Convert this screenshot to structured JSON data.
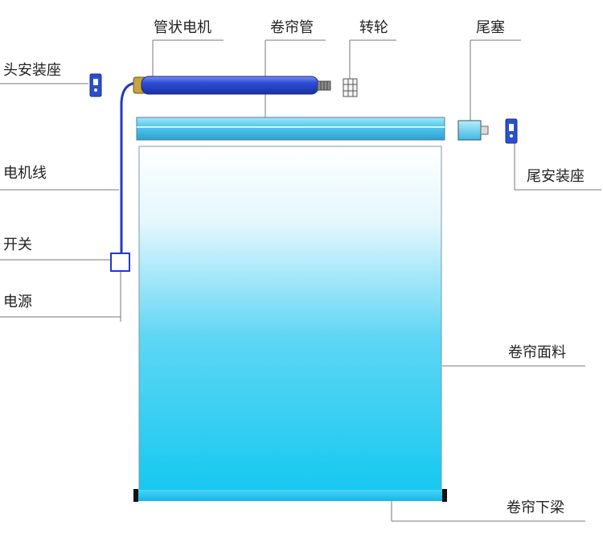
{
  "labels": {
    "motor": "管状电机",
    "roller_tube": "卷帘管",
    "drive_wheel": "转轮",
    "end_plug": "尾塞",
    "head_bracket": "头安装座",
    "tail_bracket": "尾安装座",
    "motor_cable": "电机线",
    "switch": "开关",
    "power": "电源",
    "fabric": "卷帘面料",
    "bottom_bar": "卷帘下梁"
  },
  "colors": {
    "line": "#777777",
    "motor_blue": "#2f4fd8",
    "tube_blue": "#52c8ee",
    "fabric_top": "#ffffff",
    "fabric_bottom": "#16c8ef",
    "bottom_bar": "#1ac4f0",
    "bracket_blue": "#2a4fd0",
    "cable_blue": "#2438c8"
  }
}
